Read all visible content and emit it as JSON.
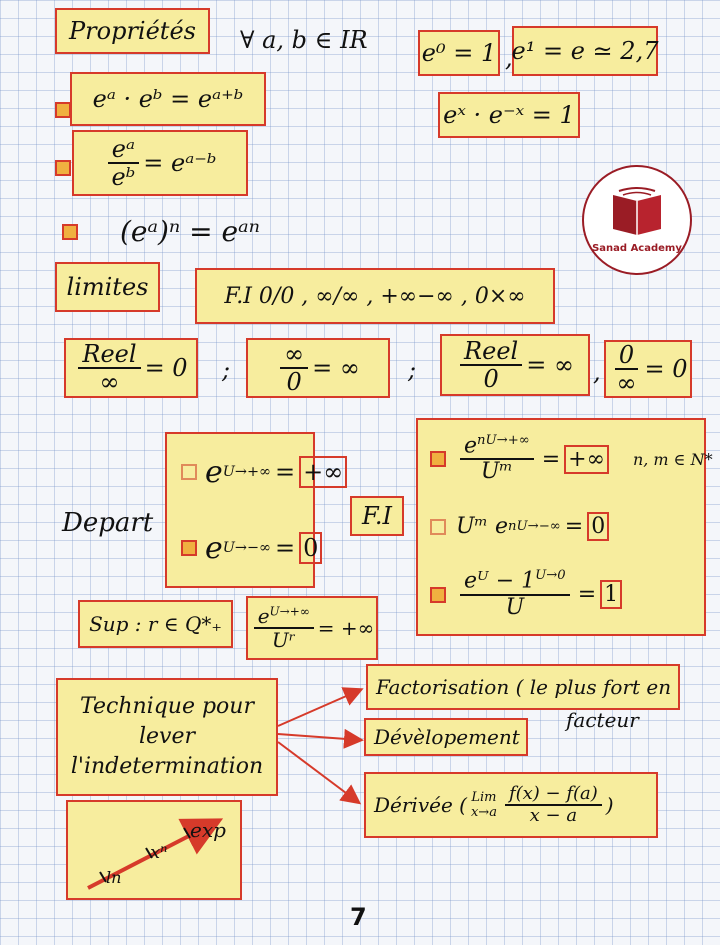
{
  "header": {
    "title": "Propriétés",
    "quantifier": "∀ a, b ∈ IR"
  },
  "props": {
    "p1": "eᵃ · eᵇ = eᵃ⁺ᵇ",
    "p2_num": "eᵃ",
    "p2_den": "eᵇ",
    "p2_rhs": "= eᵃ⁻ᵇ",
    "p3": "(eᵃ)ⁿ = eᵃⁿ",
    "e0": "e⁰ = 1",
    "e1": "e¹ = e ≃ 2,7",
    "ex": "eˣ · e⁻ˣ = 1"
  },
  "logo": {
    "text": "Sanad Academy",
    "color": "#9a1c25"
  },
  "limits": {
    "title": "limites",
    "fi": "F.I  0/0 , ∞/∞ , +∞−∞ , 0×∞",
    "r1_num": "Reel",
    "r1_den": "∞",
    "r1_rhs": "= 0",
    "r2_num": "∞",
    "r2_den": "0",
    "r2_rhs": "= ∞",
    "r3_num": "Reel",
    "r3_den": "0",
    "r3_rhs": "= ∞",
    "r4_num": "0",
    "r4_den": "∞",
    "r4_rhs": "= 0",
    "sep1": ";",
    "sep2": ";",
    "sep3": ","
  },
  "depart": {
    "label": "Depart",
    "top_expr": "eᵁ⁻⁻⁺⁺∞",
    "top_base": "e",
    "top_sup": "U→+∞",
    "top_eq": "=",
    "top_val": "+∞",
    "bot_base": "e",
    "bot_sup": "U→−∞",
    "bot_eq": "=",
    "bot_val": "0",
    "fi": "F.I"
  },
  "fi_box": {
    "a_num": "e",
    "a_num_sup": "nU→+∞",
    "a_den": "Uᵐ",
    "a_eq": "=",
    "a_val": "+∞",
    "cond": "n, m ∈ N*",
    "b_pre": "Uᵐ e",
    "b_sup": "nU→−∞",
    "b_eq": "=",
    "b_val": "0",
    "c_num": "eᵁ − 1",
    "c_num_sup": "U→0",
    "c_den": "U",
    "c_eq": "=",
    "c_val": "1"
  },
  "sup": {
    "label": "Sup : r ∈ Q*₊",
    "num": "e",
    "num_sup": "U→+∞",
    "den": "Uʳ",
    "rhs": "= +∞"
  },
  "technique": {
    "label_l1": "Technique pour",
    "label_l2": "lever",
    "label_l3": "l'indetermination",
    "m1": "Factorisation ( le plus fort en",
    "m1b": "facteur",
    "m2": "Dévèlopement",
    "m3_pre": "Dérivée (",
    "m3_lim": "Lim",
    "m3_sub": "x→a",
    "m3_num": "f(x) − f(a)",
    "m3_den": "x − a",
    "m3_post": ")"
  },
  "growth": {
    "exp": "exp",
    "pow": "xⁿ",
    "ln": "ln"
  },
  "page": {
    "number": "7"
  },
  "colors": {
    "box_fill": "#f7ed9e",
    "box_border": "#d63a2a",
    "bullet": "#f0b040"
  }
}
